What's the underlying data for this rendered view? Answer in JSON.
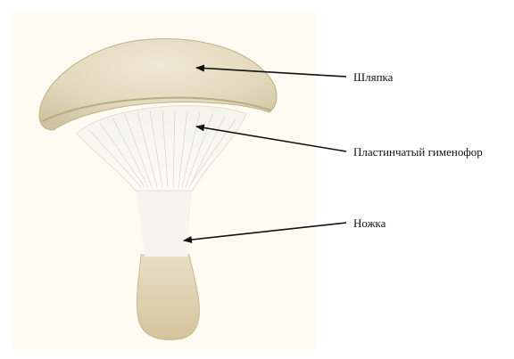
{
  "labels": {
    "cap": "Шляпка",
    "gills": "Пластинчатый гименофор",
    "stem": "Ножка"
  },
  "colors": {
    "background": "#ffffff",
    "photo_background": "#fdfbf2",
    "cap": "#e9e0c5",
    "gills": "#f6f5ef",
    "stem_base": "#ddcfa9",
    "arrow": "#111111"
  }
}
